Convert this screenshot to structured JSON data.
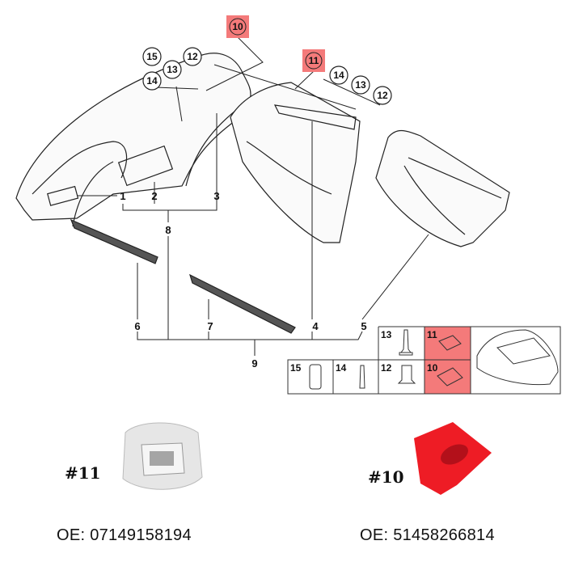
{
  "diagram": {
    "callouts_top_left": [
      "15",
      "13",
      "12",
      "14"
    ],
    "callouts_top_right": [
      "14",
      "13",
      "12"
    ],
    "highlighted_callouts": [
      "10",
      "11"
    ],
    "part_numbers": [
      "1",
      "2",
      "3",
      "4",
      "5",
      "6",
      "7",
      "8",
      "9"
    ],
    "highlight_color": "#f47a7a"
  },
  "legend_table": {
    "top_row": [
      "13",
      "11"
    ],
    "bottom_row": [
      "15",
      "14",
      "12",
      "10"
    ]
  },
  "products": [
    {
      "tag": "#11",
      "oe": "OE: 07149158194",
      "color": "#e8e8e8"
    },
    {
      "tag": "#10",
      "oe": "OE: 51458266814",
      "color": "#ee1c25"
    }
  ]
}
